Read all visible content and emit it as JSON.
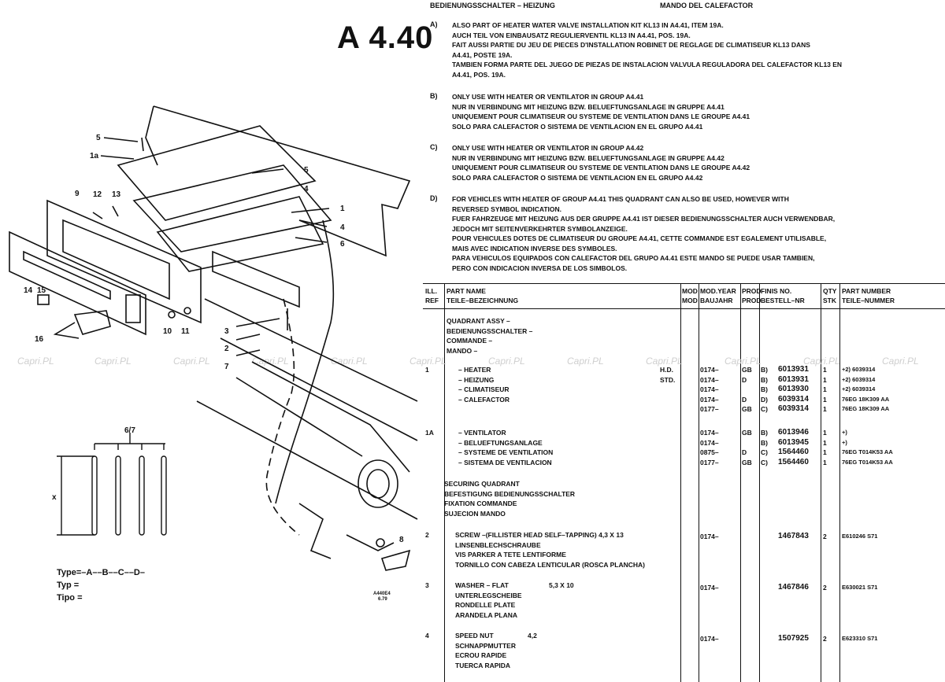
{
  "header": {
    "left": "BEDIENUNGSSCHALTER – HEIZUNG",
    "right": "MANDO DEL CALEFACTOR"
  },
  "section_code": "A 4.40",
  "notes": [
    {
      "key": "A)",
      "lines": [
        "ALSO PART OF HEATER WATER VALVE INSTALLATION KIT KL13 IN A4.41, ITEM 19A.",
        "AUCH TEIL VON EINBAUSATZ REGULIERVENTIL KL13 IN A4.41, POS. 19A.",
        "FAIT AUSSI PARTIE DU JEU DE PIECES D'INSTALLATION ROBINET DE REGLAGE DE CLIMATISEUR KL13 DANS",
        "A4.41, POSTE 19A.",
        "TAMBIEN FORMA PARTE DEL JUEGO DE PIEZAS DE INSTALACION VALVULA REGULADORA DEL CALEFACTOR KL13 EN",
        "A4.41, POS. 19A."
      ]
    },
    {
      "key": "B)",
      "lines": [
        "ONLY USE WITH HEATER OR VENTILATOR IN GROUP A4.41",
        "NUR IN VERBINDUNG MIT HEIZUNG BZW. BELUEFTUNGSANLAGE IN GRUPPE A4.41",
        "UNIQUEMENT POUR CLIMATISEUR OU SYSTEME DE VENTILATION DANS LE GROUPE A4.41",
        "SOLO PARA CALEFACTOR O SISTEMA DE VENTILACION EN EL GRUPO A4.41"
      ]
    },
    {
      "key": "C)",
      "lines": [
        "ONLY USE WITH HEATER OR VENTILATOR IN GROUP A4.42",
        "NUR IN VERBINDUNG MIT HEIZUNG BZW. BELUEFTUNGSANLAGE IN GRUPPE A4.42",
        "UNIQUEMENT POUR CLIMATISEUR OU SYSTEME DE VENTILATION DANS LE GROUPE A4.42",
        "SOLO PARA CALEFACTOR O SISTEMA DE VENTILACION EN EL GRUPO A4.42"
      ]
    },
    {
      "key": "D)",
      "lines": [
        "FOR VEHICLES WITH HEATER OF GROUP A4.41 THIS QUADRANT CAN ALSO BE USED, HOWEVER WITH",
        "REVERSED SYMBOL INDICATION.",
        "FUER FAHRZEUGE MIT HEIZUNG AUS DER GRUPPE A4.41 IST DIESER BEDIENUNGSSCHALTER AUCH VERWENDBAR,",
        "JEDOCH MIT SEITENVERKEHRTER SYMBOLANZEIGE.",
        "POUR VEHICULES DOTES DE CLIMATISEUR DU GROUPE A4.41, CETTE COMMANDE EST EGALEMENT UTILISABLE,",
        "MAIS AVEC INDICATION INVERSE DES SYMBOLES.",
        "PARA VEHICULOS EQUIPADOS CON CALEFACTOR DEL GRUPO A4.41 ESTE MANDO SE PUEDE USAR TAMBIEN,",
        "PERO CON INDICACION INVERSA DE LOS SIMBOLOS."
      ]
    }
  ],
  "table_header": {
    "ill_ref": [
      "ILL.",
      "REF"
    ],
    "part_name": [
      "PART NAME",
      "TEILE–BEZEICHNUNG"
    ],
    "mod": [
      "MOD",
      "MOD"
    ],
    "mod_year": [
      "MOD.YEAR",
      "BAUJAHR"
    ],
    "prod": [
      "PROD",
      "PROD"
    ],
    "finis": [
      "FINIS NO.",
      "BESTELL–NR"
    ],
    "qty": [
      "QTY",
      "STK"
    ],
    "part_number": [
      "PART NUMBER",
      "TEILE–NUMMER"
    ]
  },
  "group_title": [
    "QUADRANT ASSY –",
    "BEDIENUNGSSCHALTER –",
    "COMMANDE –",
    "MANDO –"
  ],
  "ref1": {
    "ref": "1",
    "names": [
      "– HEATER",
      "– HEIZUNG",
      "– CLIMATISEUR",
      "– CALEFACTOR"
    ],
    "mods": [
      "",
      "H.D.",
      "STD.",
      ""
    ],
    "rows": [
      {
        "year": "0174–",
        "prod": "GB",
        "note": "B)",
        "finis": "6013931",
        "qty": "1",
        "pn": "+2) 6039314"
      },
      {
        "year": "0174–",
        "prod": "D",
        "note": "B)",
        "finis": "6013931",
        "qty": "1",
        "pn": "+2) 6039314"
      },
      {
        "year": "0174–",
        "prod": "",
        "note": "B)",
        "finis": "6013930",
        "qty": "1",
        "pn": "+2) 6039314"
      },
      {
        "year": "0174–",
        "prod": "D",
        "note": "D)",
        "finis": "6039314",
        "qty": "1",
        "pn": "76EG 18K309 AA"
      },
      {
        "year": "0177–",
        "prod": "GB",
        "note": "C)",
        "finis": "6039314",
        "qty": "1",
        "pn": "76EG 18K309 AA"
      }
    ]
  },
  "ref1a": {
    "ref": "1A",
    "names": [
      "– VENTILATOR",
      "– BELUEFTUNGSANLAGE",
      "– SYSTEME DE VENTILATION",
      "– SISTEMA DE VENTILACION"
    ],
    "rows": [
      {
        "year": "0174–",
        "prod": "GB",
        "note": "B)",
        "finis": "6013946",
        "qty": "1",
        "pn": "+)"
      },
      {
        "year": "0174–",
        "prod": "",
        "note": "B)",
        "finis": "6013945",
        "qty": "1",
        "pn": "+)"
      },
      {
        "year": "0875–",
        "prod": "D",
        "note": "C)",
        "finis": "1564460",
        "qty": "1",
        "pn": "76EG T014K53 AA"
      },
      {
        "year": "0177–",
        "prod": "GB",
        "note": "C)",
        "finis": "1564460",
        "qty": "1",
        "pn": "76EG T014K53 AA"
      }
    ]
  },
  "securing": [
    "SECURING QUADRANT",
    "BEFESTIGUNG BEDIENUNGSSCHALTER",
    "FIXATION COMMANDE",
    "SUJECION MANDO"
  ],
  "parts": [
    {
      "ref": "2",
      "names": [
        "SCREW –(FILLISTER HEAD SELF–TAPPING) 4,3 X 13",
        "LINSENBLECHSCHRAUBE",
        "VIS PARKER A TETE LENTIFORME",
        "TORNILLO CON CABEZA LENTICULAR (ROSCA PLANCHA)"
      ],
      "size": "",
      "year": "0174–",
      "finis": "1467843",
      "qty": "2",
      "pn": "E610246 S71"
    },
    {
      "ref": "3",
      "names": [
        "WASHER – FLAT",
        "UNTERLEGSCHEIBE",
        "RONDELLE PLATE",
        "ARANDELA PLANA"
      ],
      "size": "5,3 X 10",
      "year": "0174–",
      "finis": "1467846",
      "qty": "2",
      "pn": "E630021 S71"
    },
    {
      "ref": "4",
      "names": [
        "SPEED NUT",
        "SCHNAPPMUTTER",
        "ECROU RAPIDE",
        "TUERCA RAPIDA"
      ],
      "size": "4,2",
      "year": "0174–",
      "finis": "1507925",
      "qty": "2",
      "pn": "E623310 S71"
    }
  ],
  "diagram_labels": {
    "l5": "5",
    "l1a": "1a",
    "l5b": "5",
    "l4a": "4",
    "l9": "9",
    "l12": "12",
    "l13": "13",
    "l1": "1",
    "l4b": "4",
    "l6": "6",
    "l14": "14",
    "l15": "15",
    "l10": "10",
    "l11": "11",
    "l16": "16",
    "l3": "3",
    "l2": "2",
    "l7": "7",
    "l8": "8"
  },
  "dimension": {
    "top": "6/7",
    "side": "x",
    "type_line": "Type=–A––B––C––D–",
    "typ": "Typ =",
    "tipo": "Tipo ="
  },
  "drawing_code": [
    "A440E4",
    "6.79"
  ],
  "watermark": "Capri.PL"
}
